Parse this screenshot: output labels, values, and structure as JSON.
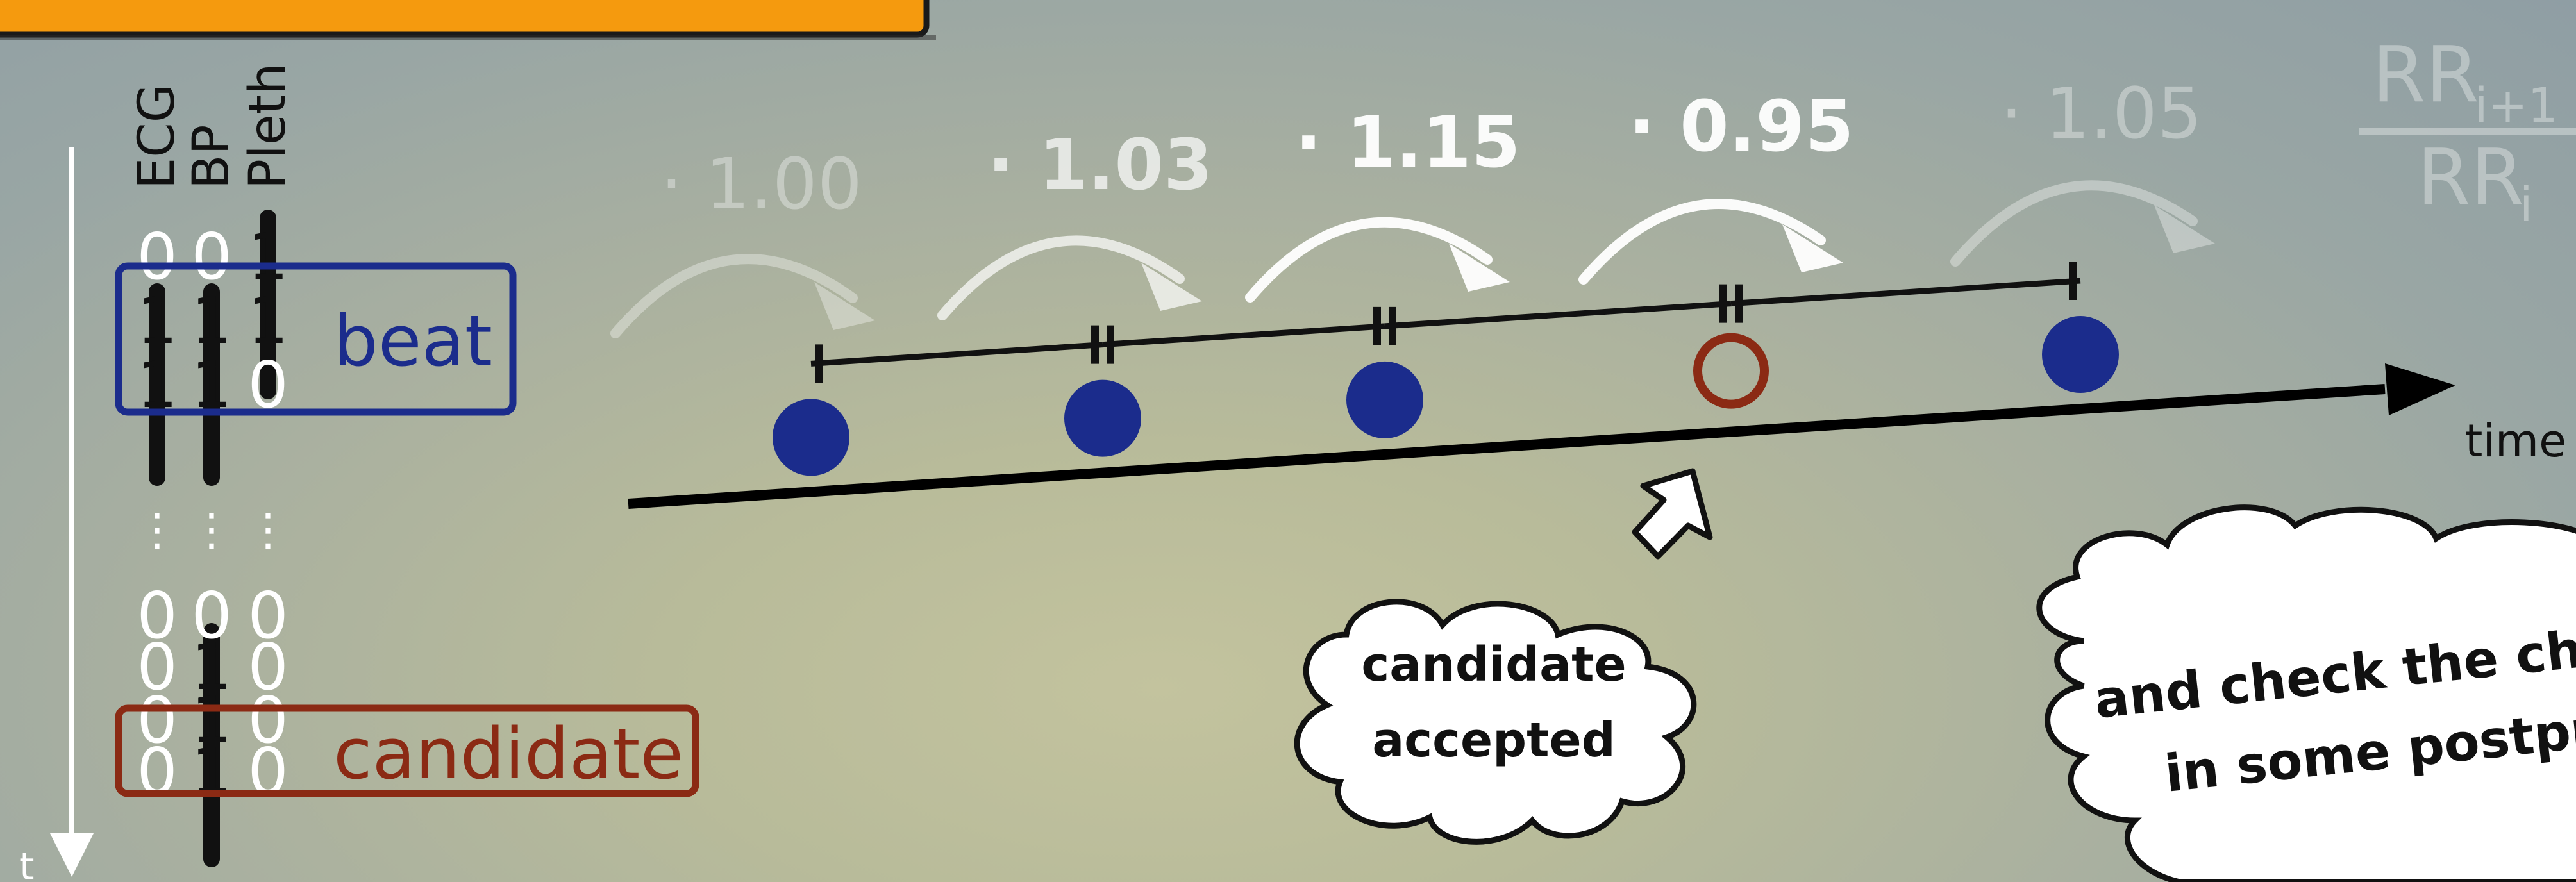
{
  "panel": {
    "channels": [
      "ECG",
      "BP",
      "Pleth"
    ],
    "time_axis_label": "t",
    "rows": [
      [
        "0",
        "0",
        "1"
      ],
      [
        "1",
        "1",
        "1"
      ],
      [
        "1",
        "1",
        "0"
      ],
      [
        "⋮",
        "⋮",
        "⋮"
      ],
      [
        "0",
        "0",
        "0"
      ],
      [
        "0",
        "1",
        "0"
      ],
      [
        "0",
        "1",
        "0"
      ],
      [
        "0",
        "1",
        "0"
      ]
    ],
    "beat_label": "beat",
    "candidate_label": "candidate",
    "colors": {
      "beat": "#1b2c8c",
      "candidate": "#8b2a14",
      "header_box": "#f59a0e"
    }
  },
  "timeline": {
    "axis_label": "time",
    "ratio_formula": {
      "numerator": "RR",
      "numerator_sub": "i+1",
      "denominator": "RR",
      "denominator_sub": "i"
    },
    "ratios": [
      "· 1.00",
      "· 1.03",
      "· 1.15",
      "· 0.95",
      "· 1.05"
    ],
    "events": [
      "beat",
      "beat",
      "beat",
      "candidate",
      "beat"
    ]
  },
  "bubbles": {
    "accepted": [
      "candidate",
      "accepted"
    ],
    "check": [
      "and check the ch",
      "in some postpro"
    ]
  }
}
